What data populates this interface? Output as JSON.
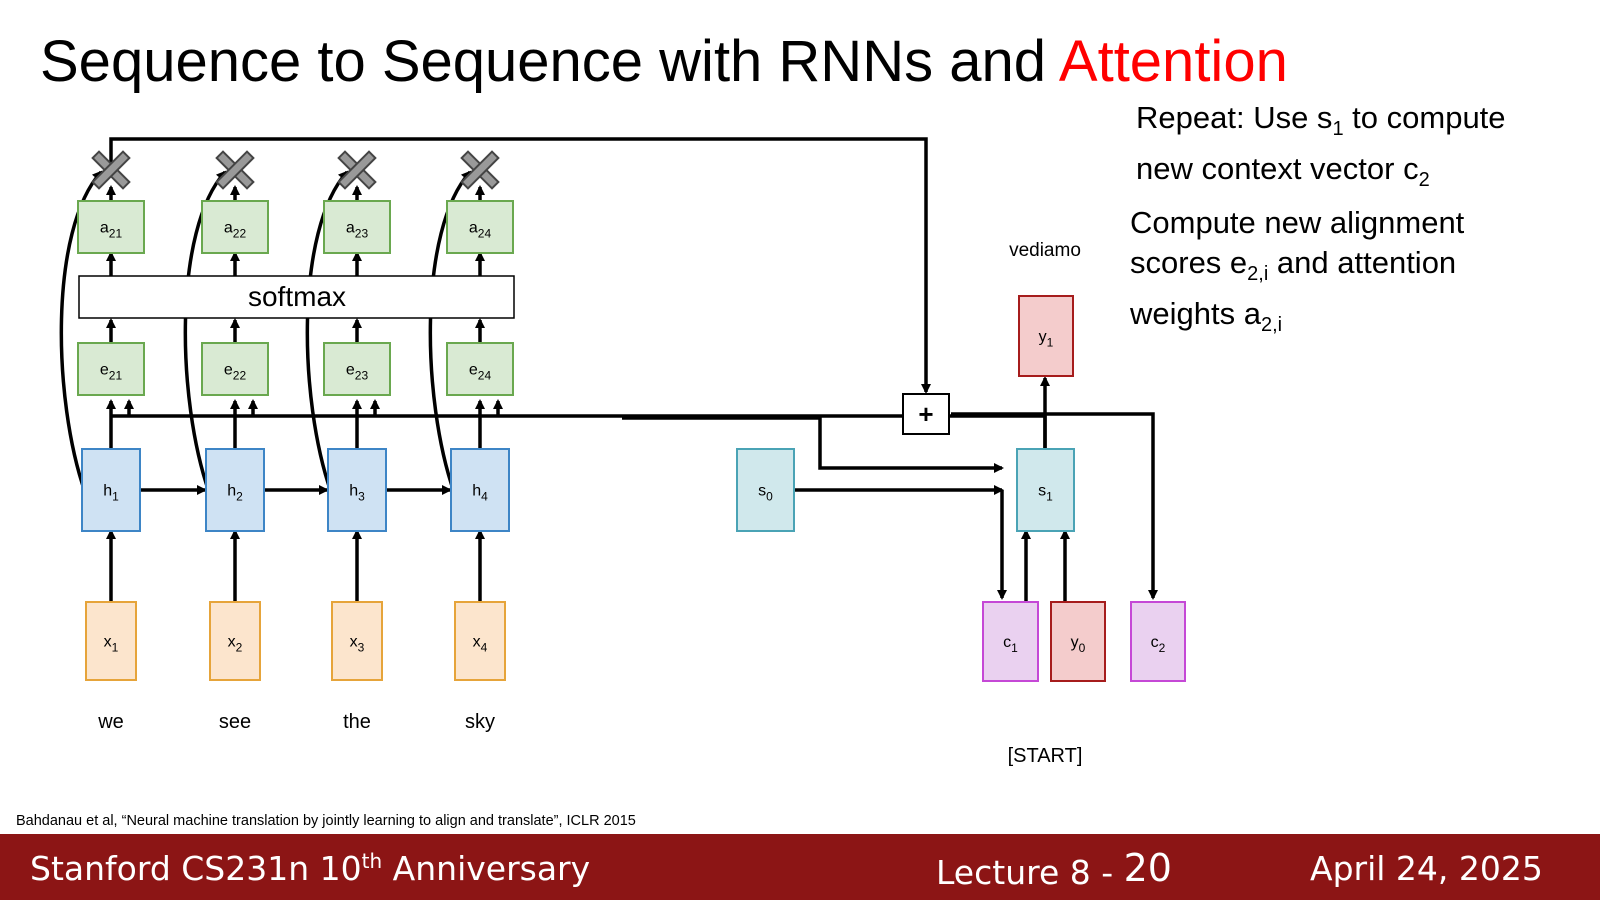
{
  "slide": {
    "title_prefix": "Sequence to Sequence with RNNs and ",
    "title_highlight": "Attention",
    "notes": {
      "repeat_l1a": "Repeat: Use s",
      "repeat_l1_sub": "1",
      "repeat_l1b": " to compute",
      "repeat_l2a": "new context vector c",
      "repeat_l2_sub": "2",
      "compute_l1": "Compute new alignment",
      "compute_l2a": "scores e",
      "compute_l2_sub": "2,i",
      "compute_l2b": " and attention",
      "compute_l3a": "weights a",
      "compute_l3_sub": "2,i"
    },
    "citation": "Bahdanau et al, “Neural machine translation by jointly learning to align and translate”, ICLR 2015"
  },
  "diagram": {
    "softmax_label": "softmax",
    "plus_symbol": "+",
    "inputs": [
      {
        "base": "x",
        "sub": "1",
        "word": "we"
      },
      {
        "base": "x",
        "sub": "2",
        "word": "see"
      },
      {
        "base": "x",
        "sub": "3",
        "word": "the"
      },
      {
        "base": "x",
        "sub": "4",
        "word": "sky"
      }
    ],
    "encoder": [
      {
        "base": "h",
        "sub": "1"
      },
      {
        "base": "h",
        "sub": "2"
      },
      {
        "base": "h",
        "sub": "3"
      },
      {
        "base": "h",
        "sub": "4"
      }
    ],
    "scores": [
      {
        "base": "e",
        "sub": "21"
      },
      {
        "base": "e",
        "sub": "22"
      },
      {
        "base": "e",
        "sub": "23"
      },
      {
        "base": "e",
        "sub": "24"
      }
    ],
    "weights": [
      {
        "base": "a",
        "sub": "21"
      },
      {
        "base": "a",
        "sub": "22"
      },
      {
        "base": "a",
        "sub": "23"
      },
      {
        "base": "a",
        "sub": "24"
      }
    ],
    "decoder": {
      "s0": {
        "base": "s",
        "sub": "0"
      },
      "s1": {
        "base": "s",
        "sub": "1"
      },
      "y1": {
        "base": "y",
        "sub": "1"
      },
      "y0": {
        "base": "y",
        "sub": "0"
      },
      "c1": {
        "base": "c",
        "sub": "1"
      },
      "c2": {
        "base": "c",
        "sub": "2"
      },
      "output_word": "vediamo",
      "start_token": "[START]"
    },
    "colors": {
      "input_fill": "#fce5cd",
      "input_stroke": "#e6a43a",
      "hidden_fill": "#cfe2f3",
      "hidden_stroke": "#3d85c6",
      "green_fill": "#d9ead3",
      "green_stroke": "#6aa84f",
      "state_fill": "#d0e8ec",
      "state_stroke": "#4aa3b5",
      "output_fill": "#f4cccc",
      "output_stroke": "#a61c1c",
      "context_fill": "#ead1f0",
      "context_stroke": "#c548d6",
      "multiply_icon": "#999999"
    }
  },
  "footer": {
    "course_a": "Stanford CS231n 10",
    "course_sup": "th",
    "course_b": " Anniversary",
    "lecture": "Lecture 8 - ",
    "page": "20",
    "date": "April 24, 2025"
  }
}
